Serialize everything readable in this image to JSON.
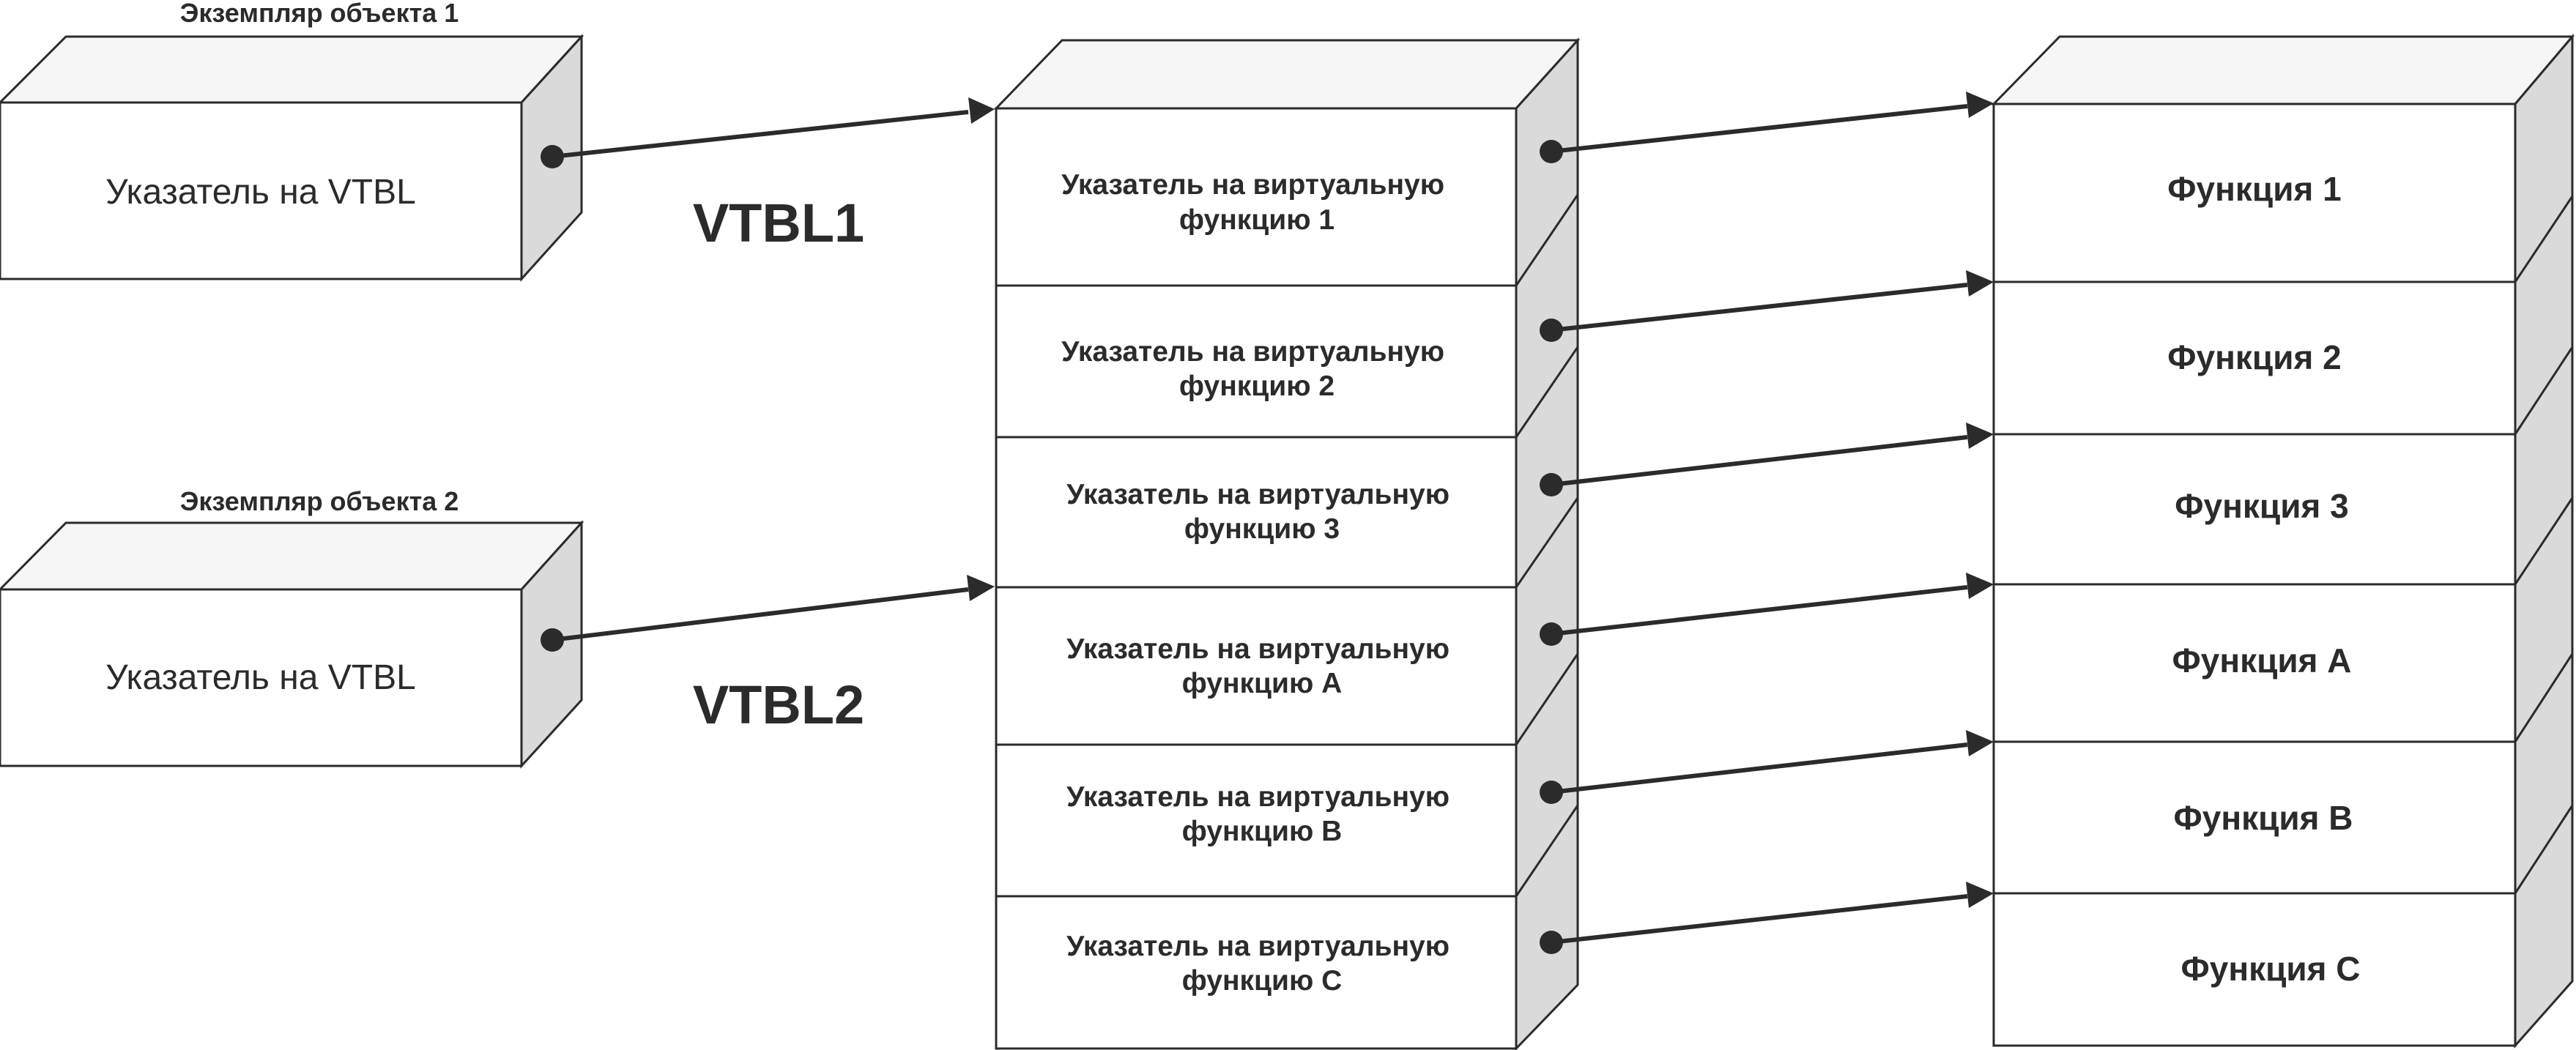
{
  "objects": [
    {
      "caption": "Экземпляр объекта 1",
      "text": "Указатель на VTBL"
    },
    {
      "caption": "Экземпляр объекта 2",
      "text": "Указатель на VTBL"
    }
  ],
  "vtbl_labels": [
    "VTBL1",
    "VTBL2"
  ],
  "vtbl_entries": [
    [
      "Указатель на виртуальную",
      "функцию 1"
    ],
    [
      "Указатель на виртуальную",
      "функцию 2"
    ],
    [
      "Указатель на виртуальную",
      "функцию 3"
    ],
    [
      "Указатель на виртуальную",
      "функцию A"
    ],
    [
      "Указатель на виртуальную",
      "функцию B"
    ],
    [
      "Указатель на виртуальную",
      "функцию C"
    ]
  ],
  "functions": [
    "Функция 1",
    "Функция 2",
    "Функция 3",
    "Функция A",
    "Функция B",
    "Функция C"
  ],
  "colors": {
    "stroke": "#2b2b2b",
    "front_face": "#ffffff",
    "top_face": "#f6f6f6",
    "side_face": "#dadada"
  }
}
